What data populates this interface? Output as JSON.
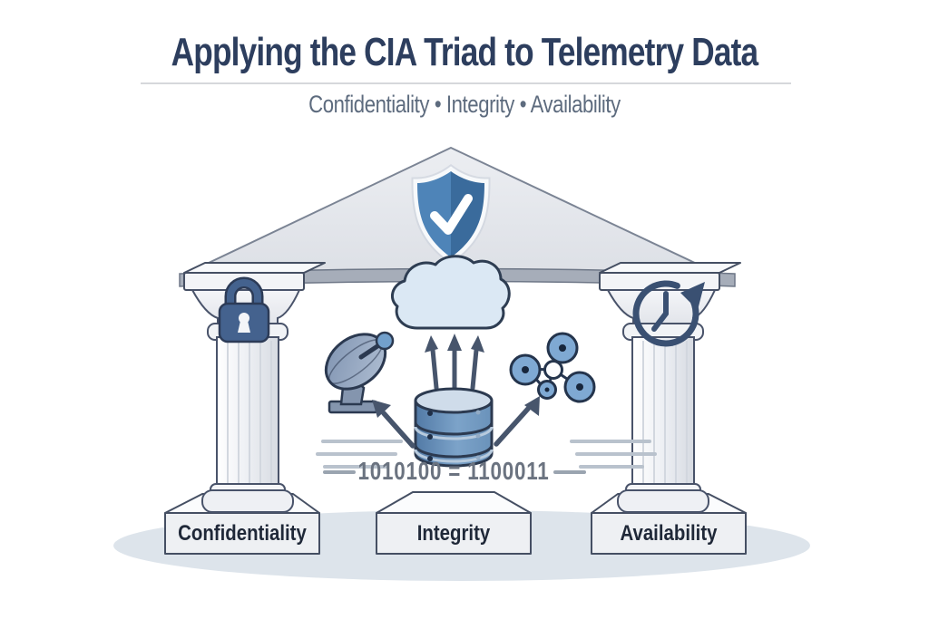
{
  "header": {
    "title": "Applying the CIA Triad to Telemetry Data",
    "subtitle": "Confidentiality • Integrity • Availability"
  },
  "temple": {
    "labels": {
      "left": "Confidentiality",
      "center": "Integrity",
      "right": "Availability"
    },
    "binary_text": "1010100 = 1100011",
    "pediment_icon": "shield-check-icon",
    "left_pillar_icon": "padlock-icon",
    "right_pillar_icon": "clock-history-icon",
    "center_icons": [
      "satellite-dish-icon",
      "cloud-icon",
      "upload-arrows-icon",
      "database-icon",
      "network-nodes-icon"
    ]
  },
  "colors": {
    "title_navy": "#2d3e5e",
    "subtitle_gray": "#5d6b7e",
    "icon_navy": "#3a5072",
    "lock_blue": "#44628e",
    "shield_blue_left": "#4e84b8",
    "shield_blue_right": "#3a6b9c",
    "database_blue": "#6f99c6",
    "cloud_fill": "#dbe8f4",
    "stone_light": "#eef0f3",
    "stone_outline": "#454f63",
    "ground_shadow": "#dde4eb",
    "binary_gray": "#6b7380"
  }
}
